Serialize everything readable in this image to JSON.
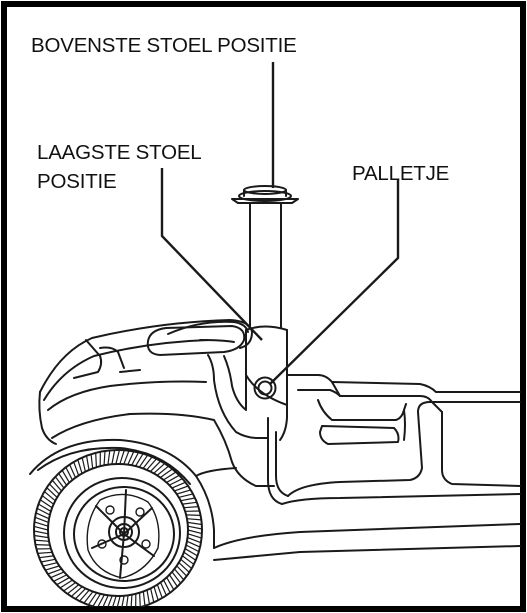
{
  "labels": {
    "upper_seat_position": "BOVENSTE STOEL POSITIE",
    "lower_seat_position_line1": "LAAGSTE STOEL",
    "lower_seat_position_line2": "POSITIE",
    "lever": "PALLETJE"
  },
  "colors": {
    "ink": "#1a1a1a",
    "background": "#ffffff",
    "frame": "#000000"
  }
}
